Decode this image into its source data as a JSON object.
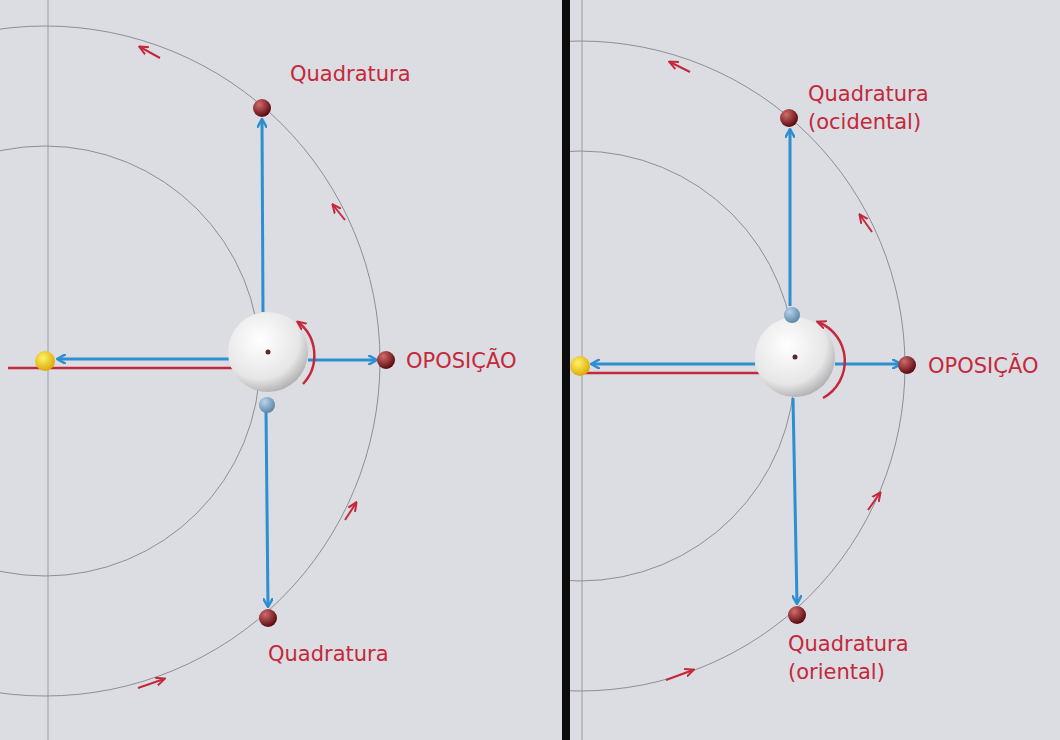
{
  "diagram": {
    "labels": [
      "Quadratura",
      "OPOSIÇÃO",
      "Quadratura",
      "Quadratura (ocidental)",
      "OPOSIÇÃO",
      "Quadratura (oriental)"
    ]
  }
}
